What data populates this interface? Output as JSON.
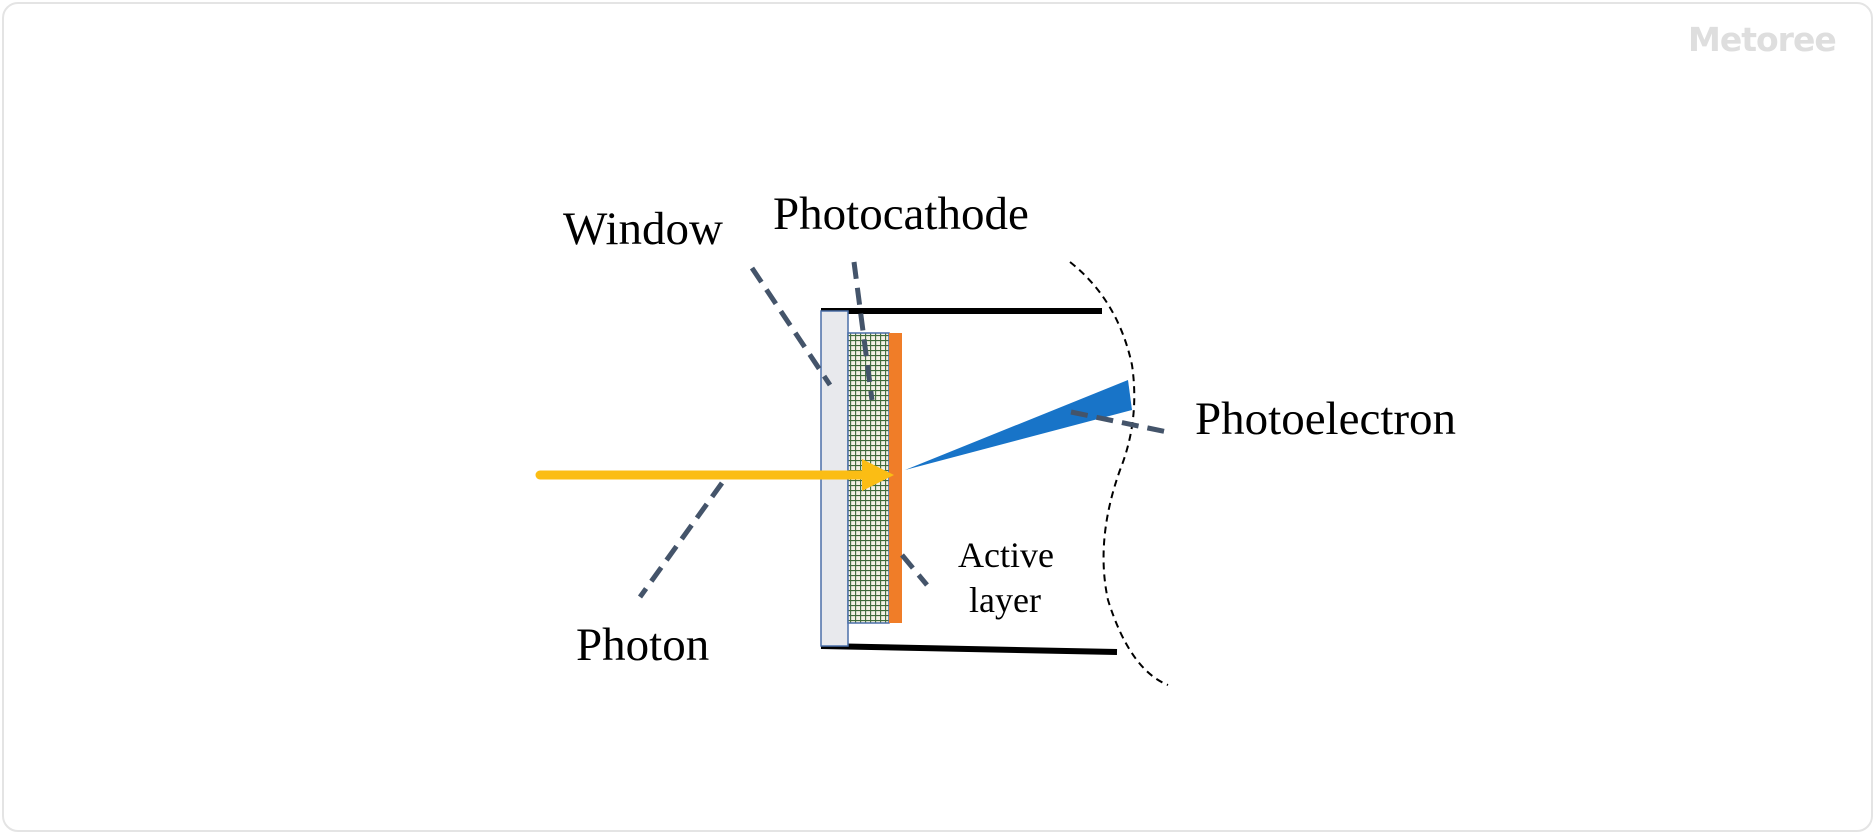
{
  "brand": {
    "name": "Metoree"
  },
  "diagram": {
    "labels": {
      "window": "Window",
      "photocathode": "Photocathode",
      "photoelectron": "Photoelectron",
      "photon": "Photon",
      "active_layer_line1": "Active",
      "active_layer_line2": "layer"
    },
    "colors": {
      "photon_beam": "#fbbd14",
      "photoelectron_beam": "#1874c8",
      "active_layer": "#f07d28",
      "window_glass": "#e8e9ed",
      "leader_lines": "#44546a",
      "tube_walls": "#000000"
    }
  }
}
